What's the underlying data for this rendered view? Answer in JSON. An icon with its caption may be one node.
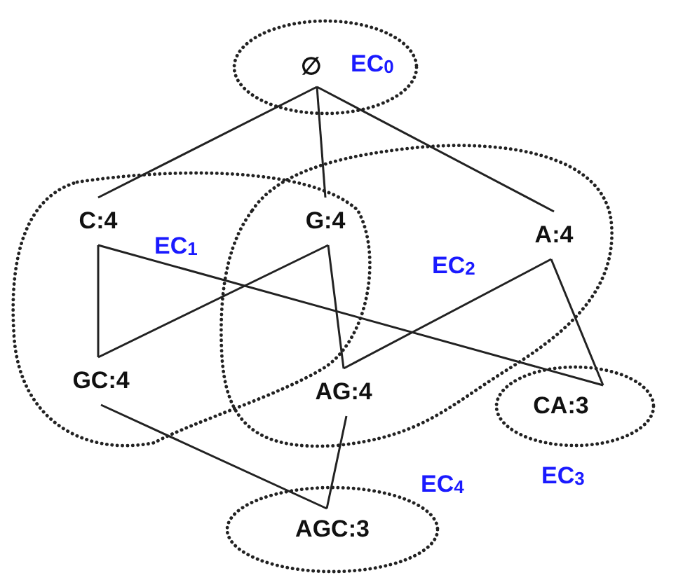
{
  "diagram": {
    "nodes": [
      {
        "text": [
          "EC$_{0}$"
        ]
      },
      {
        "text": [
          "∅"
        ],
        "in": 0
      },
      {
        "text": [
          "EC$_{1}$"
        ]
      },
      {
        "text": [
          "C:4"
        ],
        "in": 2
      },
      {
        "text": [
          "G:4"
        ]
      },
      {
        "text": [
          "EC$_{2}$"
        ]
      },
      {
        "text": [
          "A:4"
        ],
        "in": 5
      },
      {
        "text": [
          "GC:4"
        ],
        "in": 2
      },
      {
        "text": [
          "AG:4"
        ],
        "in": 5
      },
      {
        "text": [
          "EC$_{3}$"
        ]
      },
      {
        "text": [
          "CA:3"
        ],
        "in": 9
      },
      {
        "text": [
          "EC$_{4}$"
        ]
      },
      {
        "text": [
          "AGC:3"
        ],
        "in": 11
      }
    ],
    "edges": [
      {
        "from": 1,
        "to": 3,
        "arrow": "none"
      },
      {
        "from": 1,
        "to": 4,
        "arrow": "none"
      },
      {
        "from": 1,
        "to": 6,
        "arrow": "none"
      },
      {
        "from": 3,
        "to": 7,
        "arrow": "none"
      },
      {
        "from": 4,
        "to": 7,
        "arrow": "none"
      },
      {
        "from": 3,
        "to": 10,
        "arrow": "none"
      },
      {
        "from": 4,
        "to": 8,
        "arrow": "none"
      },
      {
        "from": 6,
        "to": 8,
        "arrow": "none"
      },
      {
        "from": 6,
        "to": 10,
        "arrow": "none"
      },
      {
        "from": 7,
        "to": 12,
        "arrow": "none"
      },
      {
        "from": 8,
        "to": 12,
        "arrow": "none"
      }
    ]
  }
}
